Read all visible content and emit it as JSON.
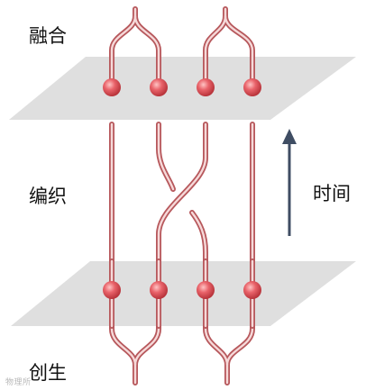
{
  "labels": {
    "fusion": "融合",
    "braiding": "编织",
    "creation": "创生",
    "time": "时间"
  },
  "watermark": "物理所",
  "colors": {
    "plane": "#d9d9d9",
    "strand_outer": "#b7585c",
    "strand_inner": "#f6d9d9",
    "particle": "#e0525a",
    "arrow": "#3f4d63"
  },
  "particle_count_per_plane": 4
}
